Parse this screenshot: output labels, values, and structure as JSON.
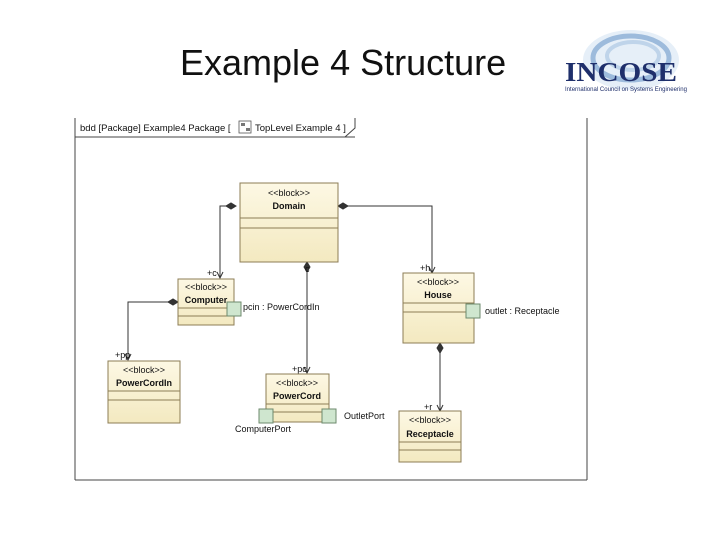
{
  "slide": {
    "title": "Example 4 Structure"
  },
  "logo": {
    "wordmark": "INCOSE",
    "tagline": "International Council on Systems Engineering",
    "colors": {
      "navy": "#1f2f6b",
      "swirl": "#7fa6cf",
      "swirl_light": "#cfe0f0"
    }
  },
  "frame": {
    "header": "bdd [Package] Example4 Package [",
    "header_tail": "TopLevel Example 4 ]",
    "header_icon": "diagram-icon"
  },
  "colors": {
    "block_fill": "#faf4d7",
    "block_border": "#8c7d55",
    "port_fill": "#cfe6cf",
    "port_border": "#6d8a6d",
    "line": "#333333"
  },
  "blocks": {
    "domain": {
      "stereotype": "<<block>>",
      "name": "Domain"
    },
    "computer": {
      "stereotype": "<<block>>",
      "name": "Computer"
    },
    "house": {
      "stereotype": "<<block>>",
      "name": "House"
    },
    "powercordin": {
      "stereotype": "<<block>>",
      "name": "PowerCordIn"
    },
    "powercord": {
      "stereotype": "<<block>>",
      "name": "PowerCord"
    },
    "receptacle": {
      "stereotype": "<<block>>",
      "name": "Receptacle"
    }
  },
  "roles": {
    "computer": "+c",
    "cord": "c",
    "house": "+h",
    "pp": "+pp",
    "pc": "+pc",
    "receptacle": "+r"
  },
  "ports": {
    "computer_pcin": "pcin : PowerCordIn",
    "house_outlet": "outlet : Receptacle",
    "outlet_port": "OutletPort",
    "computer_port": "ComputerPort"
  }
}
